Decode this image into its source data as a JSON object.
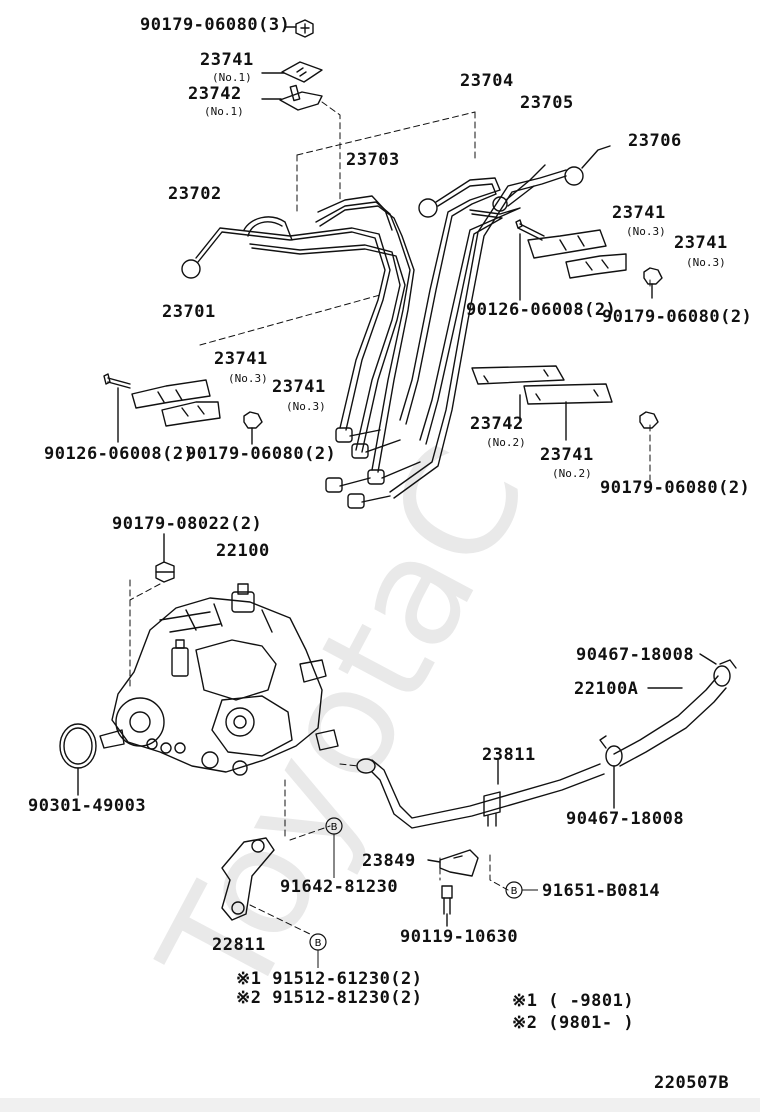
{
  "watermark": "ToyotaC",
  "labels": {
    "nut_top": "90179-06080(3)",
    "clamp_a": "23741",
    "clamp_a_note": "(No.1)",
    "clamp_b": "23742",
    "clamp_b_note": "(No.1)",
    "pipe_23704": "23704",
    "pipe_23705": "23705",
    "pipe_23706": "23706",
    "pipe_23703": "23703",
    "pipe_23702": "23702",
    "pipe_23701": "23701",
    "clamp_r1": "23741",
    "clamp_r1_note": "(No.3)",
    "clamp_r2": "23741",
    "clamp_r2_note": "(No.3)",
    "bolt_r": "90126-06008(2)",
    "nut_r": "90179-06080(2)",
    "clamp_l1": "23741",
    "clamp_l1_note": "(No.3)",
    "clamp_l2": "23741",
    "clamp_l2_note": "(No.3)",
    "bolt_l": "90126-06008(2)",
    "nut_l": "90179-06080(2)",
    "clamp_m1": "23742",
    "clamp_m1_note": "(No.2)",
    "clamp_m2": "23741",
    "clamp_m2_note": "(No.2)",
    "nut_m": "90179-06080(2)",
    "nut_pump": "90179-08022(2)",
    "pump": "22100",
    "hose_clip_a": "90467-18008",
    "hose": "22100A",
    "pipe_23811": "23811",
    "hose_clip_b": "90467-18008",
    "oring": "90301-49003",
    "bracket_23849": "23849",
    "bolt_91642": "91642-81230",
    "bolt_91651": "91651-B0814",
    "bracket_22811": "22811",
    "bolt_90119": "90119-10630",
    "bolt_note1": "※1 91512-61230(2)",
    "bolt_note2": "※2 91512-81230(2)",
    "legend1": "※1 (     -9801)",
    "legend2": "※2 (9801-     )",
    "diagram_id": "220507B",
    "circle_b": "B"
  }
}
